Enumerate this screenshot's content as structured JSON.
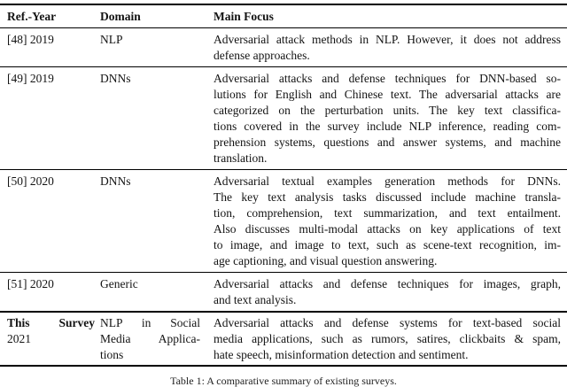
{
  "table": {
    "columns": [
      "Ref.-Year",
      "Domain",
      "Main Focus"
    ],
    "rows": [
      {
        "ref_lines": [
          "[48] 2019"
        ],
        "domain_lines": [
          "NLP"
        ],
        "focus_lines": [
          "Adversarial attack methods in NLP. However, it does not address",
          "defense approaches."
        ]
      },
      {
        "ref_lines": [
          "[49] 2019"
        ],
        "domain_lines": [
          "DNNs"
        ],
        "focus_lines": [
          "Adversarial attacks and defense techniques for DNN-based so-",
          "lutions for English and Chinese text. The adversarial attacks are",
          "categorized on the perturbation units. The key text classifica-",
          "tions covered in the survey include NLP inference, reading com-",
          "prehension systems, questions and answer systems, and machine",
          "translation."
        ]
      },
      {
        "ref_lines": [
          "[50] 2020"
        ],
        "domain_lines": [
          "DNNs"
        ],
        "focus_lines": [
          "Adversarial textual examples generation methods for DNNs.",
          "The key text analysis tasks discussed include machine transla-",
          "tion, comprehension, text summarization, and text entailment.",
          "Also discusses multi-modal attacks on key applications of text",
          "to image, and image to text, such as scene-text recognition, im-",
          "age captioning, and visual question answering."
        ]
      },
      {
        "ref_lines": [
          "[51] 2020"
        ],
        "domain_lines": [
          "Generic"
        ],
        "focus_lines": [
          "Adversarial attacks and defense techniques for images, graph,",
          "and text analysis."
        ]
      },
      {
        "emph": true,
        "domain_justify": true,
        "ref_lines": [
          "This Survey",
          "2021"
        ],
        "domain_lines": [
          "NLP in Social",
          "Media Applica-",
          "tions"
        ],
        "focus_lines": [
          "Adversarial attacks and defense systems for text-based social",
          "media applications, such as rumors, satires, clickbaits & spam,",
          "hate speech, misinformation detection and sentiment."
        ]
      }
    ]
  },
  "caption": "Table 1: A comparative summary of existing surveys."
}
